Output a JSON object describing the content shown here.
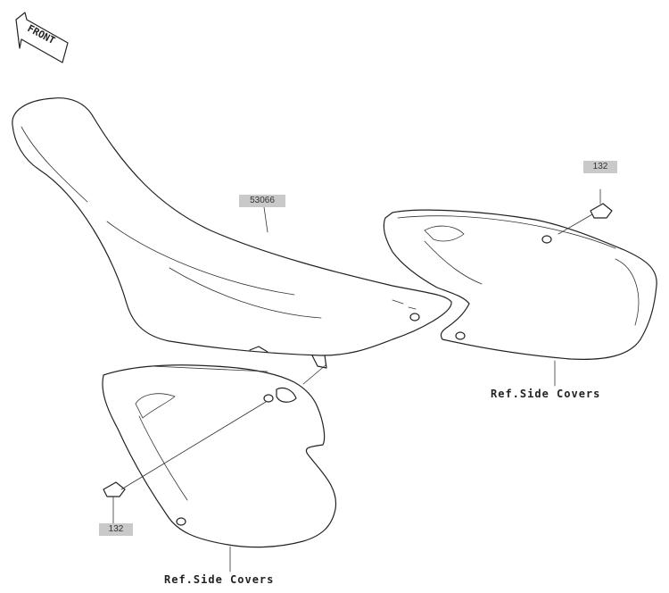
{
  "front_arrow": {
    "label": "FRONT"
  },
  "parts": {
    "seat": {
      "number": "53066"
    },
    "bolt_upper": {
      "number": "132"
    },
    "bolt_lower": {
      "number": "132"
    }
  },
  "references": {
    "right_cover": "Ref.Side Covers",
    "left_cover": "Ref.Side Covers"
  },
  "colors": {
    "line": "#222222",
    "tag_background": "#c9c9c9",
    "background": "#ffffff"
  }
}
